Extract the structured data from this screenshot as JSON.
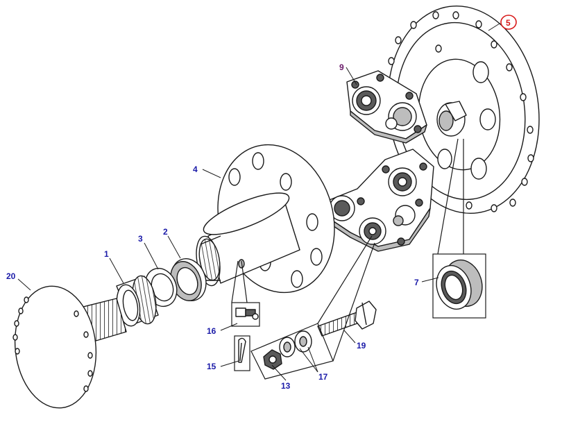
{
  "colors": {
    "line": "#1a1a1a",
    "label": "#1a1aa8",
    "label_purple": "#6a1a6a",
    "highlight": "#d81818",
    "fill_light": "#f4f4f4",
    "fill_shade": "#bdbdbd",
    "fill_dark": "#5a5a5a"
  },
  "callouts": [
    {
      "id": "c20",
      "text": "20"
    },
    {
      "id": "c1",
      "text": "1"
    },
    {
      "id": "c3",
      "text": "3"
    },
    {
      "id": "c2",
      "text": "2"
    },
    {
      "id": "c4",
      "text": "4"
    },
    {
      "id": "c9",
      "text": "9"
    },
    {
      "id": "c5",
      "text": "5"
    },
    {
      "id": "c7",
      "text": "7"
    },
    {
      "id": "c16",
      "text": "16"
    },
    {
      "id": "c15",
      "text": "15"
    },
    {
      "id": "c13",
      "text": "13"
    },
    {
      "id": "c17",
      "text": "17"
    },
    {
      "id": "c19",
      "text": "19"
    }
  ]
}
